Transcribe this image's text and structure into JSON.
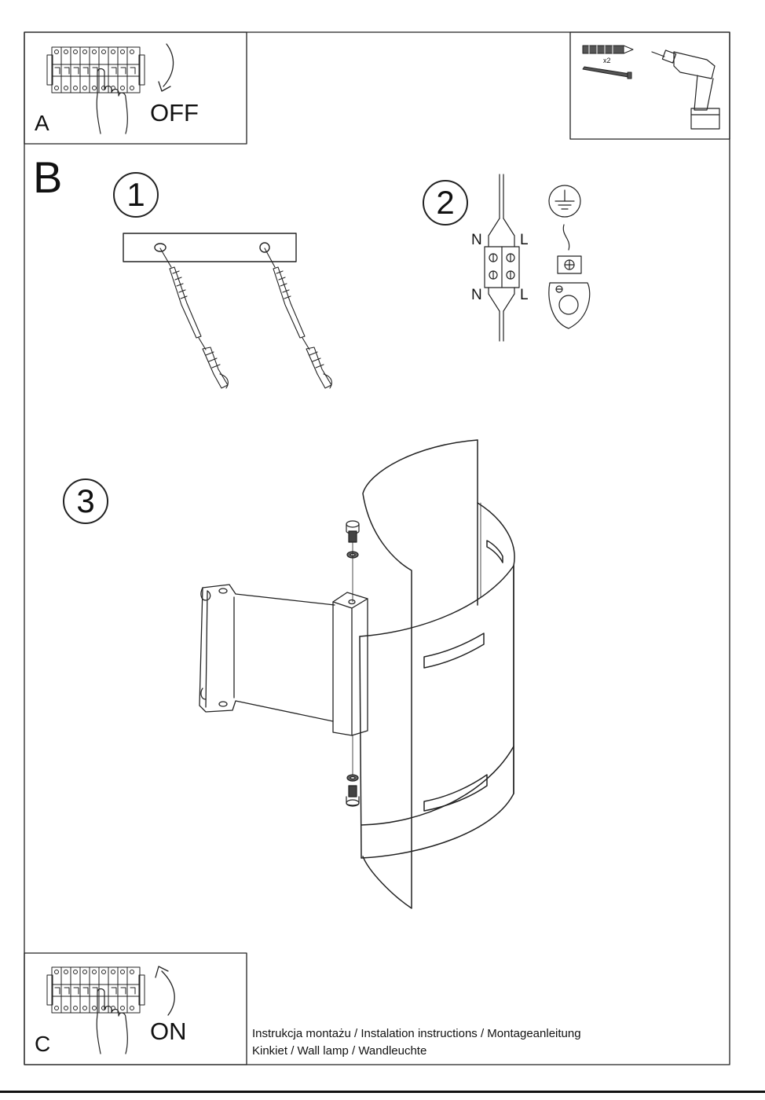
{
  "sections": {
    "a_label": "A",
    "b_label": "B",
    "c_label": "C",
    "off_label": "OFF",
    "on_label": "ON"
  },
  "tools": {
    "quantity_label": "x2"
  },
  "steps": {
    "step1": "1",
    "step2": "2",
    "step3": "3"
  },
  "wiring": {
    "neutral_top": "N",
    "live_top": "L",
    "neutral_bottom": "N",
    "live_bottom": "L"
  },
  "caption": {
    "line1": "Instrukcja montażu / Instalation instructions / Montageanleitung",
    "line2": "Kinkiet  / Wall lamp / Wandleuchte"
  }
}
